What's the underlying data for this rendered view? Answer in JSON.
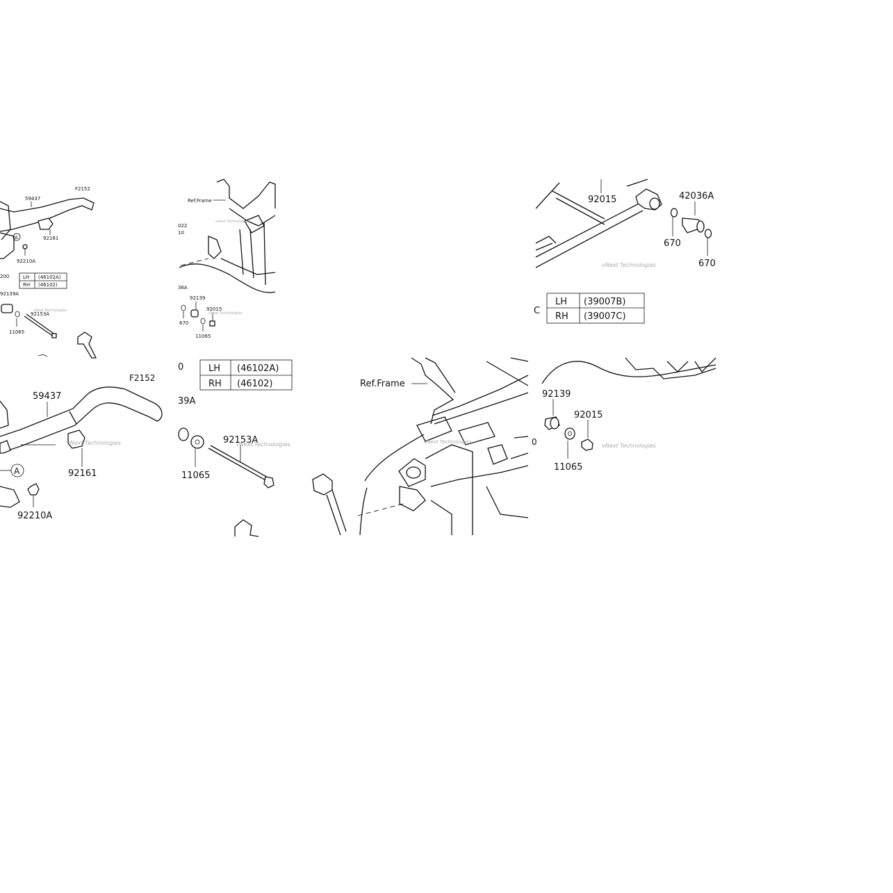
{
  "panels": {
    "p1": {
      "ref": "F2152",
      "parts": [
        "59437",
        "92161",
        "92210A",
        "92139A",
        "92153A",
        "11065"
      ],
      "circle": "A",
      "frag": "200",
      "table": [
        [
          "LH",
          "(46102A)"
        ],
        [
          "RH",
          "(46102)"
        ]
      ]
    },
    "p2": {
      "ref": "Ref.Frame",
      "parts": [
        "92139",
        "92015",
        "670",
        "11065"
      ],
      "frags": [
        "022",
        "10",
        "36A"
      ]
    },
    "p3": {
      "parts": [
        "92015",
        "42036A",
        "670",
        "670"
      ],
      "table": [
        [
          "LH",
          "(39007B)"
        ],
        [
          "RH",
          "(39007C)"
        ]
      ],
      "frag": "C"
    },
    "p4": {
      "ref": "F2152",
      "parts": [
        "59437",
        "92161",
        "92210A"
      ],
      "circle": "A"
    },
    "p5": {
      "parts": [
        "92153A",
        "11065"
      ],
      "frag": "39A",
      "frag2": "0",
      "table": [
        [
          "LH",
          "(46102A)"
        ],
        [
          "RH",
          "(46102)"
        ]
      ]
    },
    "p6": {
      "ref": "Ref.Frame"
    },
    "p7": {
      "parts": [
        "92139",
        "92015",
        "11065"
      ],
      "frag": "0"
    }
  },
  "watermark": "vNext Technologies"
}
